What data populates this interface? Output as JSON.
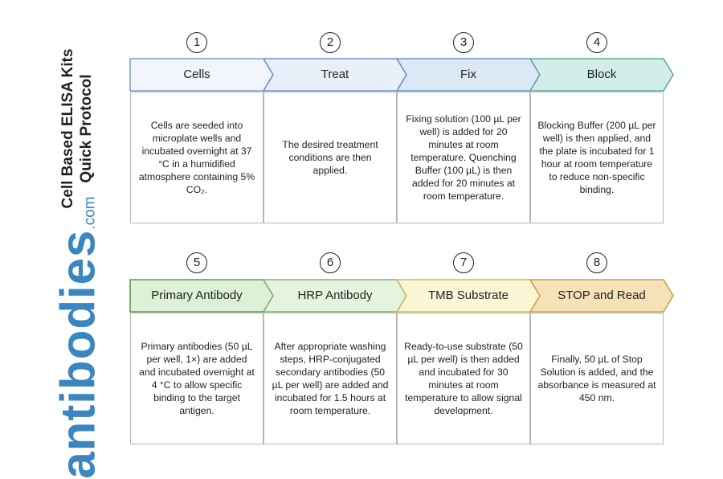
{
  "title": {
    "line1": "Cell Based ELISA Kits",
    "line2": "Quick Protocol"
  },
  "brand": {
    "name": "antibodies",
    "suffix": ".com",
    "color": "#3b86c0"
  },
  "steps": [
    {
      "number": "1",
      "label": "Cells",
      "fill": "#f2f6fb",
      "stroke": "#7f9ccc",
      "text": "Cells are seeded into microplate wells and incubated overnight at 37 °C in a humidified atmosphere containing 5% CO₂."
    },
    {
      "number": "2",
      "label": "Treat",
      "fill": "#e9f0fa",
      "stroke": "#6f92c8",
      "text": "The desired treatment conditions are then applied."
    },
    {
      "number": "3",
      "label": "Fix",
      "fill": "#dde8f7",
      "stroke": "#6d93c9",
      "text": "Fixing solution (100 µL per well) is added for 20 minutes at room temperature. Quenching Buffer (100 µL) is then added for 20 minutes at room temperature."
    },
    {
      "number": "4",
      "label": "Block",
      "fill": "#d3eee9",
      "stroke": "#5fa89c",
      "text": "Blocking Buffer (200 µL per well) is then applied, and the plate is incubated for 1 hour at room temperature to reduce non-specific binding."
    },
    {
      "number": "5",
      "label": "Primary Antibody",
      "fill": "#dcf1d6",
      "stroke": "#5c9a4c",
      "text": "Primary antibodies (50 µL per well, 1×) are added and incubated overnight at 4 °C to allow specific binding to the target antigen."
    },
    {
      "number": "6",
      "label": "HRP Antibody",
      "fill": "#e5f4df",
      "stroke": "#7fb16f",
      "text": "After appropriate washing steps, HRP-conjugated secondary antibodies (50 µL per well) are added and incubated for 1.5 hours at room temperature."
    },
    {
      "number": "7",
      "label": "TMB Substrate",
      "fill": "#fbf6d6",
      "stroke": "#cdb856",
      "text": "Ready-to-use substrate (50 µL per well) is then added and incubated for 30 minutes at room temperature to allow signal development."
    },
    {
      "number": "8",
      "label": "STOP and Read",
      "fill": "#f6e2b6",
      "stroke": "#c9a44f",
      "text": "Finally, 50 µL of Stop Solution is added, and the absorbance is measured at 450 nm."
    }
  ]
}
